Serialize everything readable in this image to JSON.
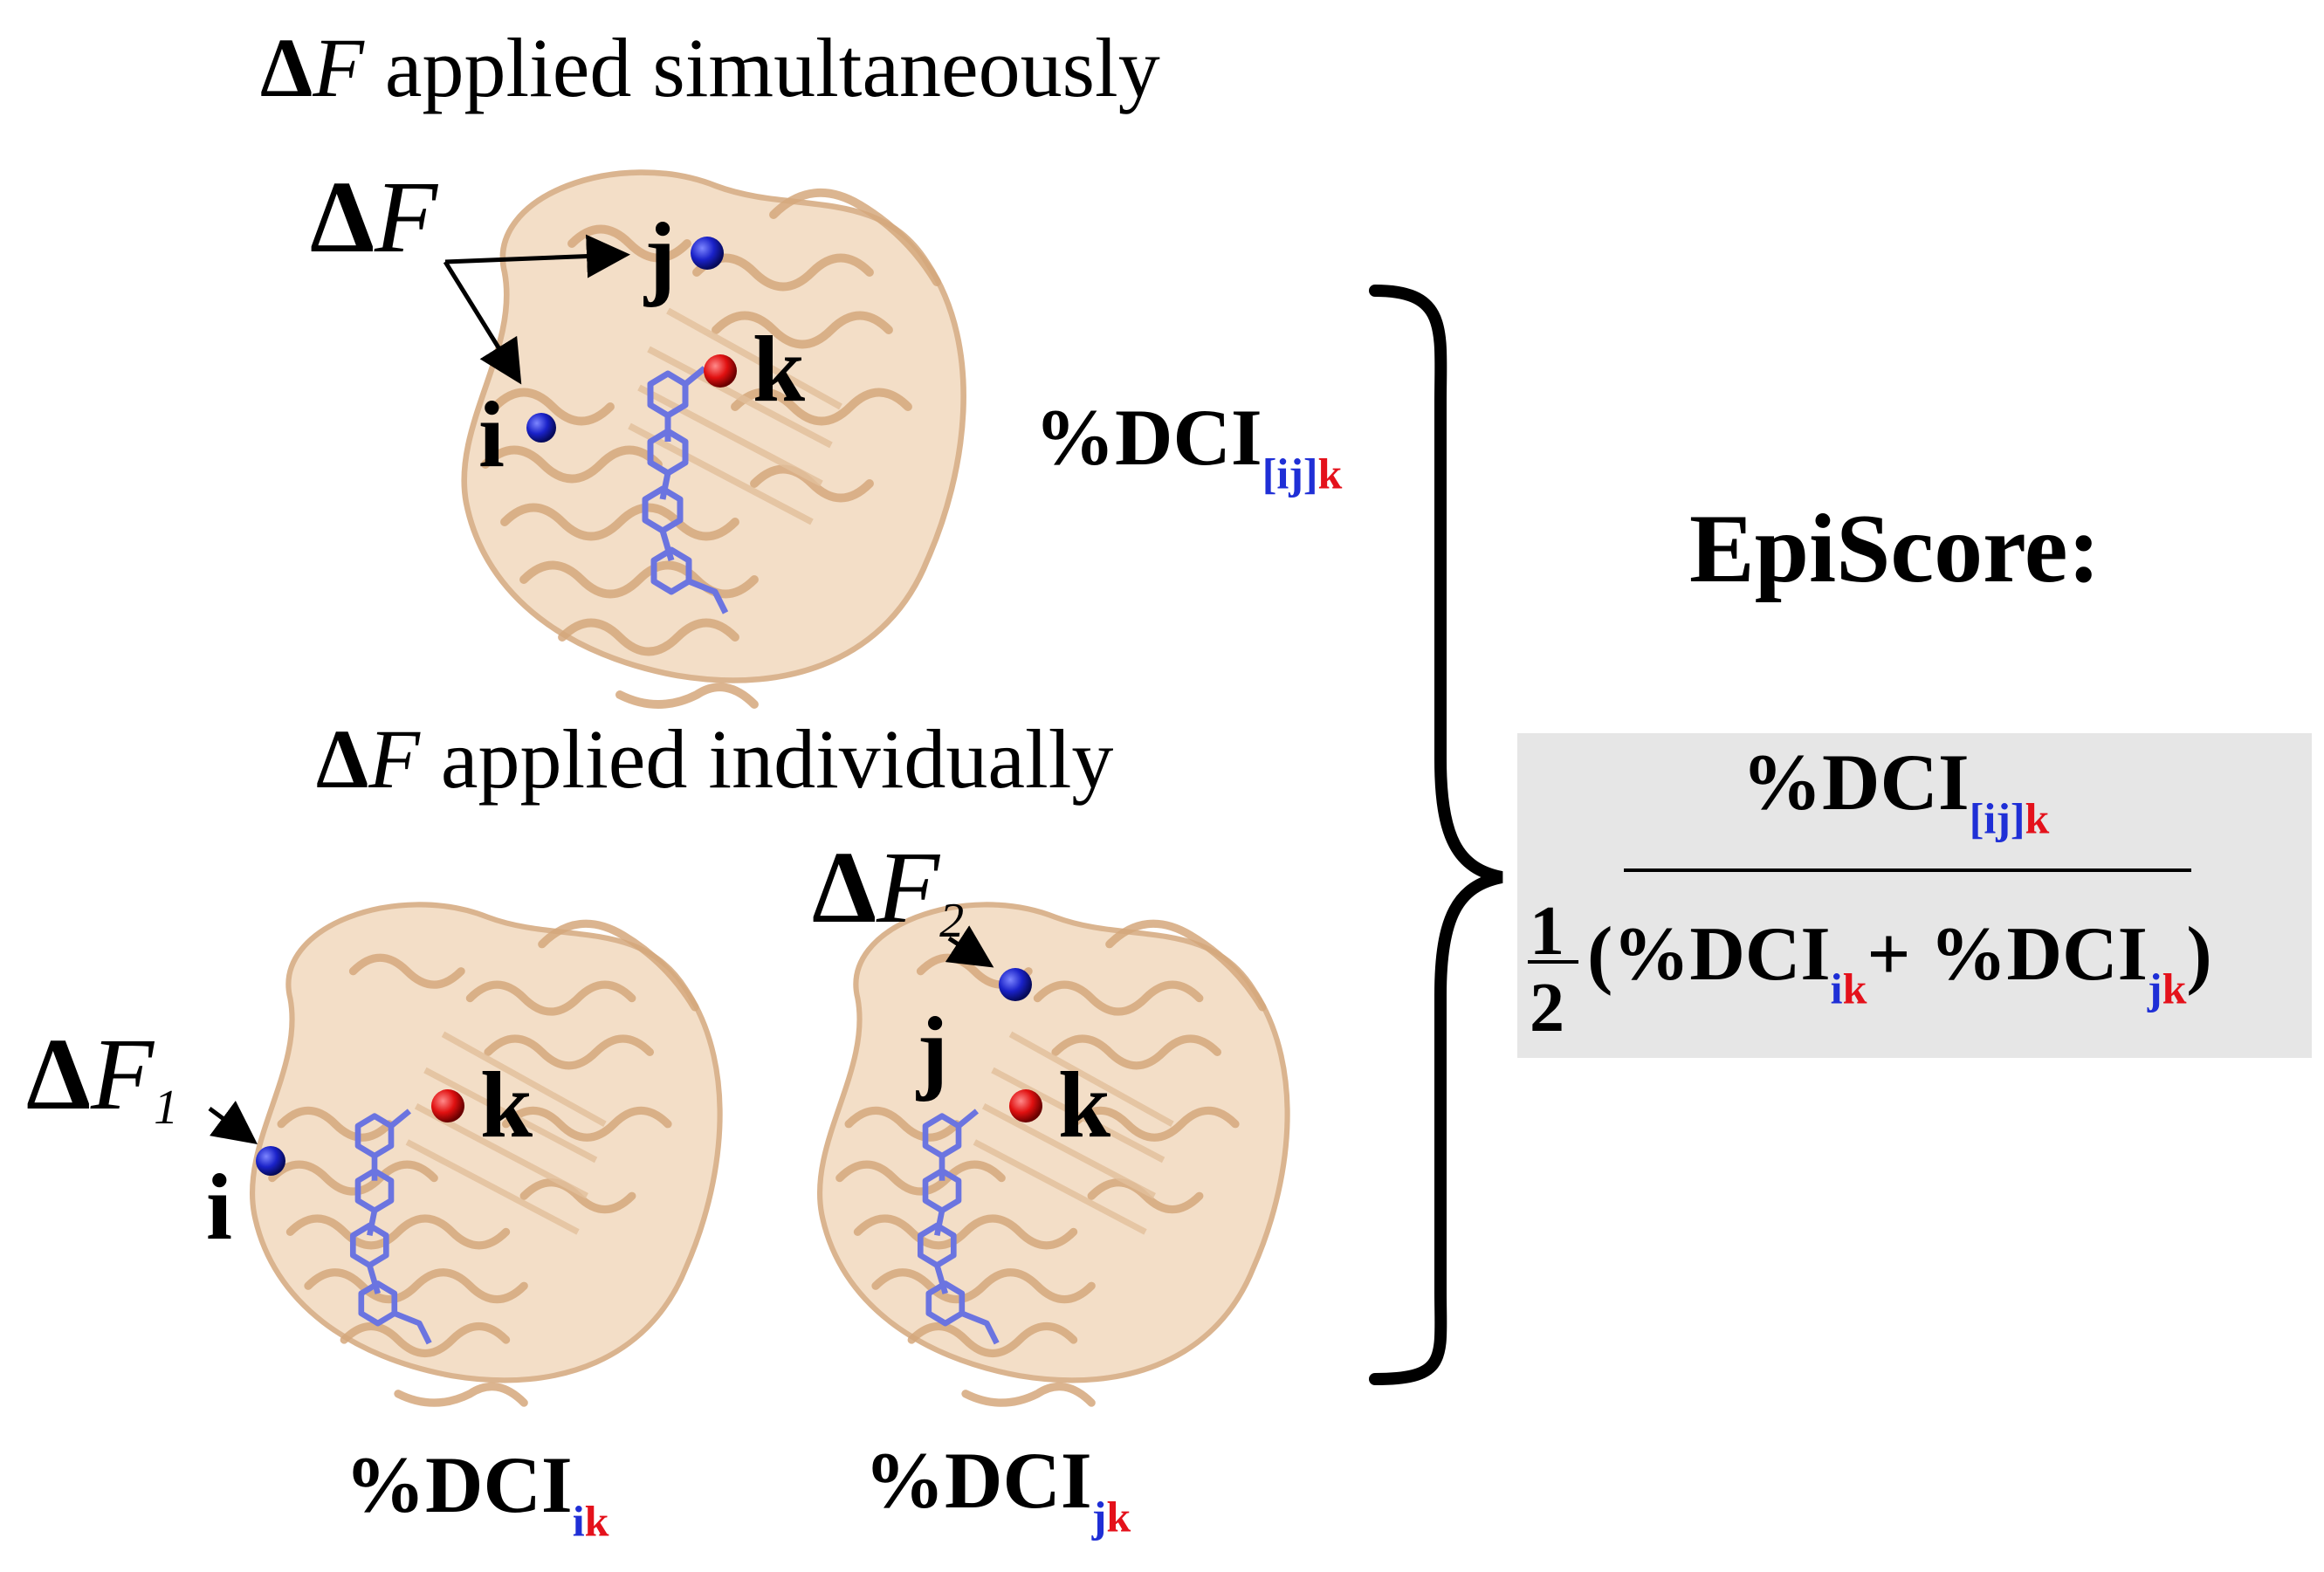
{
  "headings": {
    "top": {
      "delta": "Δ",
      "f": "F",
      "rest": " applied simultaneously"
    },
    "bottom": {
      "delta": "Δ",
      "f": "F",
      "rest": " applied individually"
    }
  },
  "force_labels": {
    "top": {
      "delta": "Δ",
      "f": "F"
    },
    "f1": {
      "delta": "Δ",
      "f": "F",
      "sub": "1"
    },
    "f2": {
      "delta": "Δ",
      "f": "F",
      "sub": "2"
    }
  },
  "residues": {
    "i": "i",
    "j": "j",
    "k": "k"
  },
  "dci": {
    "prefix": "%DCI",
    "ijk": {
      "open": "[",
      "ij": "ij",
      "close": "]",
      "k": "k"
    },
    "ik": {
      "i": "i",
      "k": "k"
    },
    "jk": {
      "j": "j",
      "k": "k"
    }
  },
  "episcore": {
    "title": "EpiScore:",
    "half_num": "1",
    "half_den": "2",
    "open_paren": "(",
    "plus": "+ ",
    "close_paren": ")"
  },
  "colors": {
    "residue_blue": "#1f2fd6",
    "residue_red": "#e4111b",
    "protein": "#e8c9a6",
    "ligand": "#6b74e0",
    "formula_box": "#e6e6e6"
  }
}
